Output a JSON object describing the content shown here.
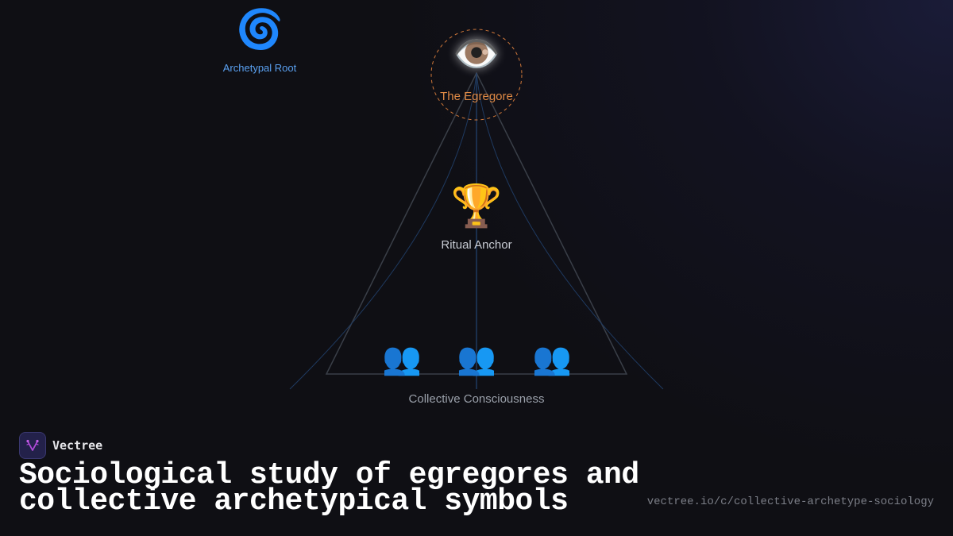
{
  "diagram": {
    "nodes": {
      "root": {
        "icon": "🌀",
        "icon_name": "cyclone-spiral-icon",
        "label": "Archetypal Root",
        "color": "#5aa0f0"
      },
      "egregore": {
        "icon": "👁️",
        "icon_name": "eye-icon",
        "label": "The Egregore",
        "color": "#e08a45"
      },
      "ritual": {
        "icon": "🏆",
        "icon_name": "trophy-icon",
        "label": "Ritual Anchor",
        "color": "#c8ccd4"
      },
      "collective": {
        "icons": [
          "👥",
          "👥",
          "👥"
        ],
        "icon_name": "people-group-icon",
        "label": "Collective Consciousness",
        "color": "#9aa0aa"
      }
    },
    "edges": [
      {
        "from": "egregore",
        "to": "collective",
        "style": "triangle-outline",
        "color": "#3a3f48"
      },
      {
        "from": "egregore",
        "to": "collective",
        "style": "curved-fan",
        "color": "#1f3a60"
      },
      {
        "from": "egregore",
        "to": "collective",
        "style": "vertical-axis",
        "color": "#1f3a60"
      }
    ]
  },
  "footer": {
    "brand_name": "Vectree",
    "title": "Sociological study of egregores and collective archetypical symbols",
    "url": "vectree.io/c/collective-archetype-sociology"
  },
  "colors": {
    "background": "#0f0f14",
    "accent_orange": "#e08a45",
    "accent_blue": "#5aa0f0",
    "logo_bg": "#23214a",
    "logo_glyph": "#b04ad8"
  }
}
